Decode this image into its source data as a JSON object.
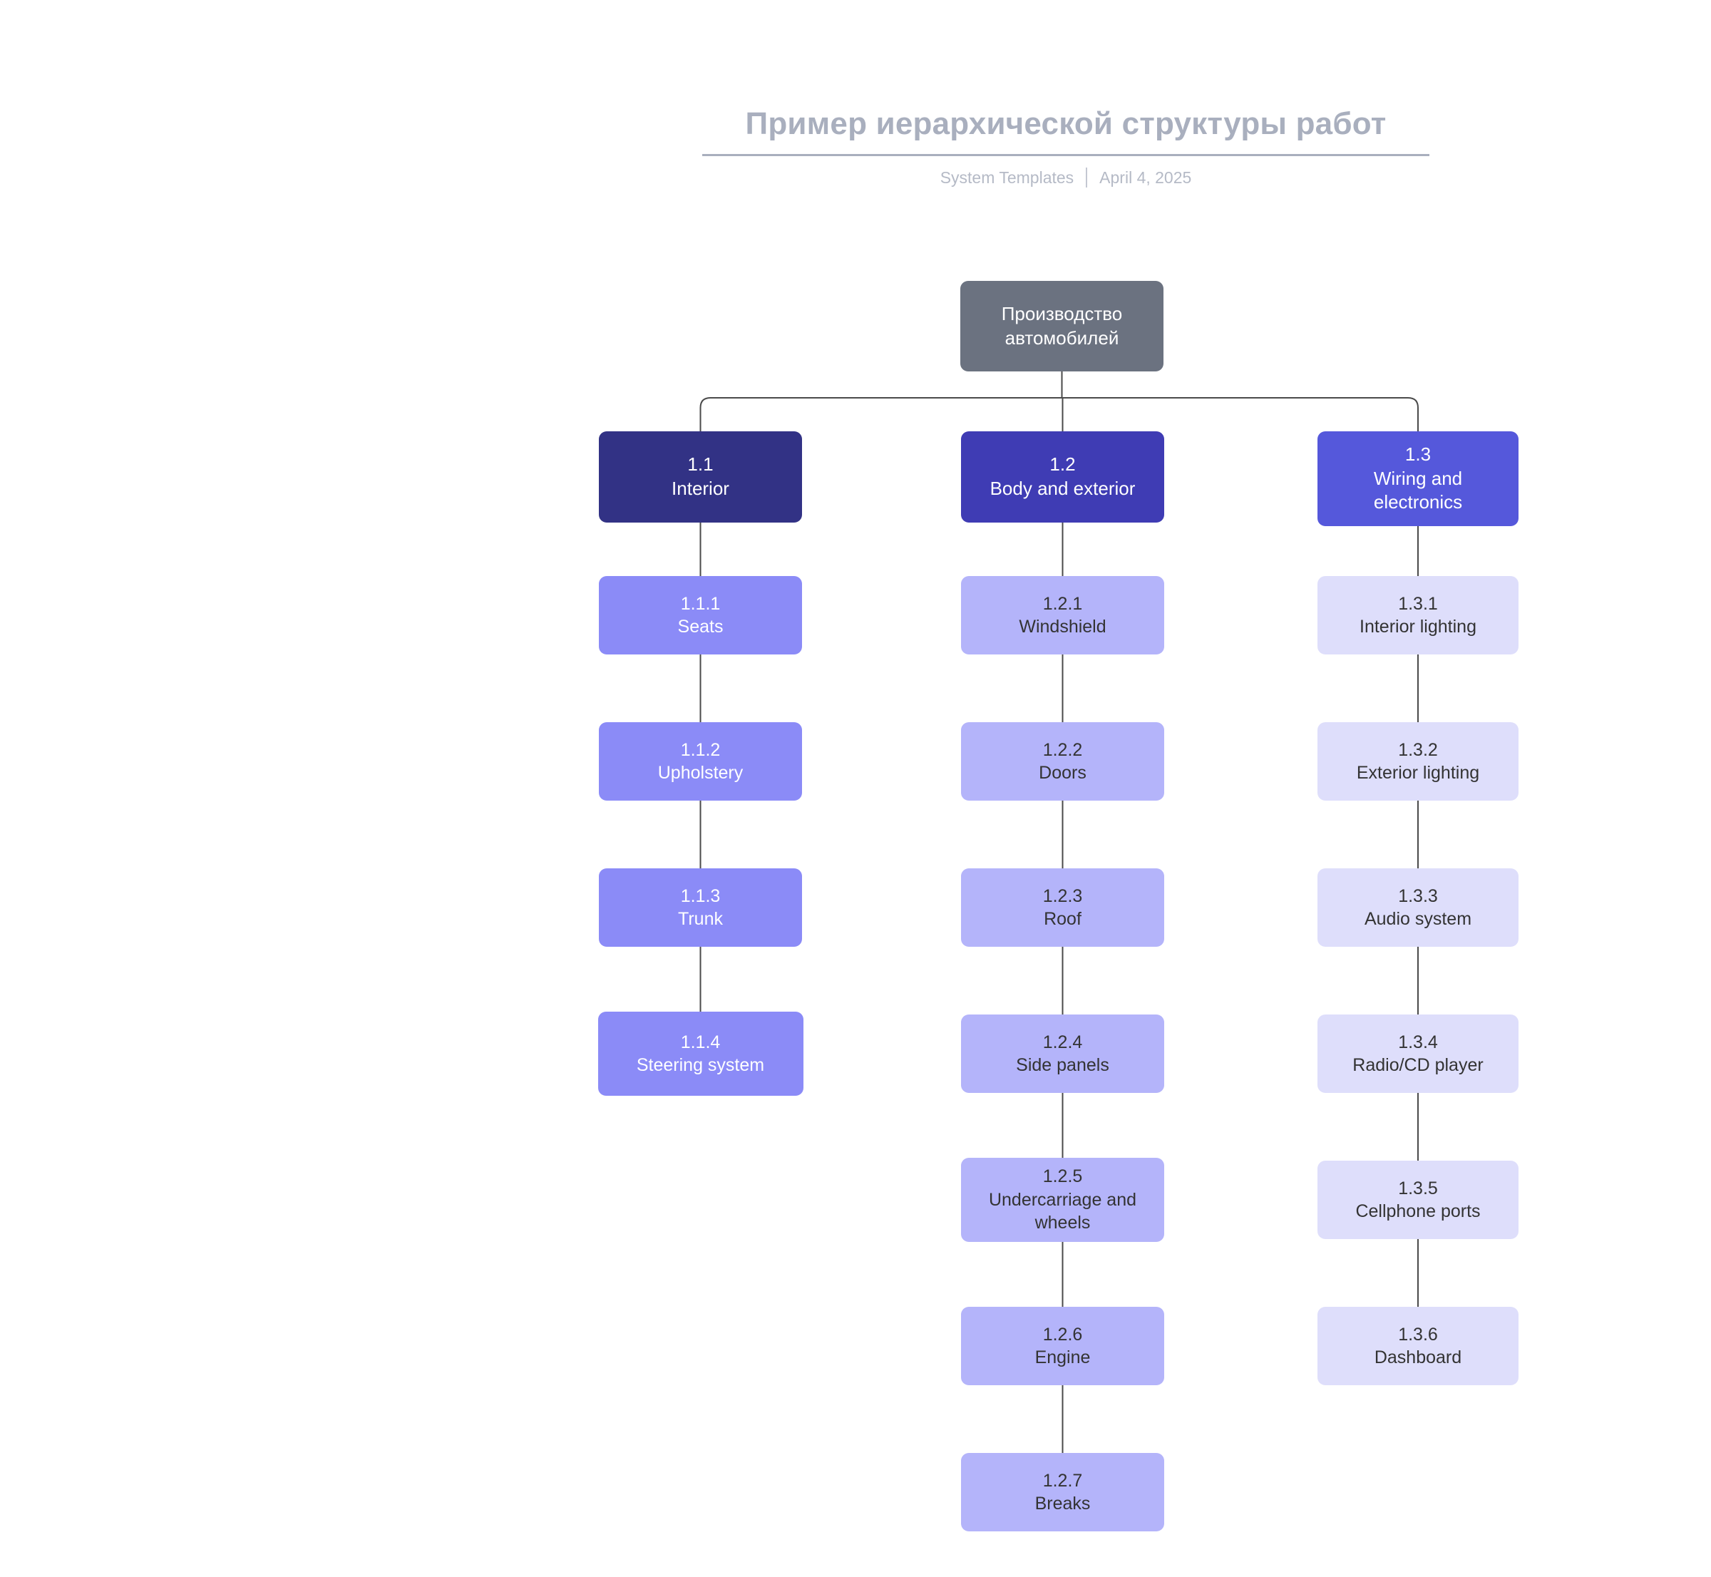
{
  "header": {
    "title": "Пример иерархической структуры работ",
    "source": "System Templates",
    "date": "April 4, 2025",
    "separator": "|"
  },
  "colors": {
    "title_text": "#a9afbe",
    "subtitle_text": "#b5bac6",
    "root_fill": "#6b7280",
    "level1_fills": [
      "#323285",
      "#3f3cb4",
      "#5558db"
    ],
    "level2_fills": [
      "#8b8bf7",
      "#b4b4fa",
      "#dedefb"
    ],
    "connector": "#4a4a4a",
    "text_light": "#ffffff",
    "text_dark": "#333333",
    "background": "#ffffff"
  },
  "chart_data": {
    "type": "diagram",
    "diagram_type": "work-breakdown-structure",
    "title": "Пример иерархической структуры работ",
    "root": {
      "code": "",
      "label": "Производство автомобилей",
      "label_lines": [
        "Производство",
        "автомобилей"
      ]
    },
    "branches": [
      {
        "code": "1.1",
        "label": "Interior",
        "label_lines": [
          "Interior"
        ],
        "children": [
          {
            "code": "1.1.1",
            "label": "Seats",
            "label_lines": [
              "Seats"
            ]
          },
          {
            "code": "1.1.2",
            "label": "Upholstery",
            "label_lines": [
              "Upholstery"
            ]
          },
          {
            "code": "1.1.3",
            "label": "Trunk",
            "label_lines": [
              "Trunk"
            ]
          },
          {
            "code": "1.1.4",
            "label": "Steering system",
            "label_lines": [
              "Steering system"
            ]
          }
        ]
      },
      {
        "code": "1.2",
        "label": "Body and exterior",
        "label_lines": [
          "Body and exterior"
        ],
        "children": [
          {
            "code": "1.2.1",
            "label": "Windshield",
            "label_lines": [
              "Windshield"
            ]
          },
          {
            "code": "1.2.2",
            "label": "Doors",
            "label_lines": [
              "Doors"
            ]
          },
          {
            "code": "1.2.3",
            "label": "Roof",
            "label_lines": [
              "Roof"
            ]
          },
          {
            "code": "1.2.4",
            "label": "Side panels",
            "label_lines": [
              "Side panels"
            ]
          },
          {
            "code": "1.2.5",
            "label": "Undercarriage and wheels",
            "label_lines": [
              "Undercarriage and",
              "wheels"
            ]
          },
          {
            "code": "1.2.6",
            "label": "Engine",
            "label_lines": [
              "Engine"
            ]
          },
          {
            "code": "1.2.7",
            "label": "Breaks",
            "label_lines": [
              "Breaks"
            ]
          }
        ]
      },
      {
        "code": "1.3",
        "label": "Wiring and electronics",
        "label_lines": [
          "Wiring and",
          "electronics"
        ],
        "children": [
          {
            "code": "1.3.1",
            "label": "Interior lighting",
            "label_lines": [
              "Interior lighting"
            ]
          },
          {
            "code": "1.3.2",
            "label": "Exterior lighting",
            "label_lines": [
              "Exterior lighting"
            ]
          },
          {
            "code": "1.3.3",
            "label": "Audio system",
            "label_lines": [
              "Audio system"
            ]
          },
          {
            "code": "1.3.4",
            "label": "Radio/CD player",
            "label_lines": [
              "Radio/CD player"
            ]
          },
          {
            "code": "1.3.5",
            "label": "Cellphone ports",
            "label_lines": [
              "Cellphone ports"
            ]
          },
          {
            "code": "1.3.6",
            "label": "Dashboard",
            "label_lines": [
              "Dashboard"
            ]
          }
        ]
      }
    ]
  }
}
